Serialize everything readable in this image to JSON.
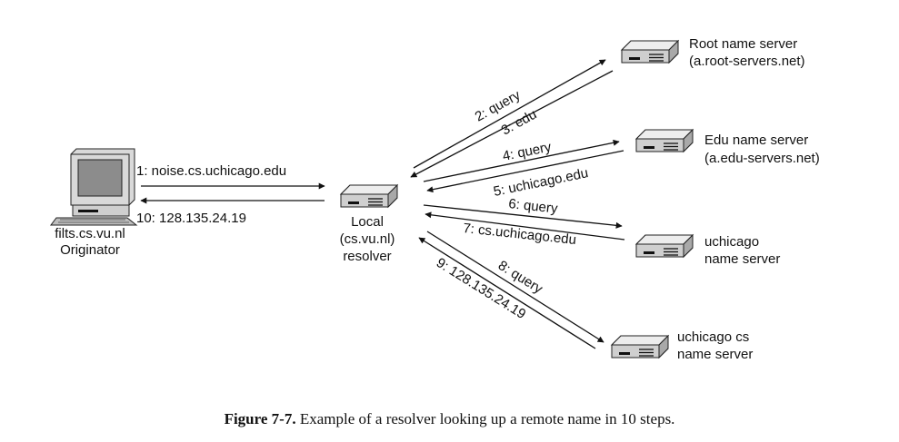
{
  "nodes": {
    "originator": {
      "line1": "filts.cs.vu.nl",
      "line2": "Originator"
    },
    "resolver": {
      "line1": "Local",
      "line2": "(cs.vu.nl)",
      "line3": "resolver"
    },
    "root_server": {
      "line1": "Root name server",
      "line2": "(a.root-servers.net)"
    },
    "edu_server": {
      "line1": "Edu name server",
      "line2": "(a.edu-servers.net)"
    },
    "uchicago_server": {
      "line1": "uchicago",
      "line2": "name server"
    },
    "uchicago_cs_server": {
      "line1": "uchicago cs",
      "line2": "name server"
    }
  },
  "steps": {
    "s1": "1: noise.cs.uchicago.edu",
    "s2": "2: query",
    "s3": "3: edu",
    "s4": "4: query",
    "s5": "5: uchicago.edu",
    "s6": "6: query",
    "s7": "7: cs.uchicago.edu",
    "s8": "8: query",
    "s9": "9: 128.135.24.19",
    "s10": "10: 128.135.24.19"
  },
  "caption": {
    "label": "Figure 7-7.",
    "text": "Example of a resolver looking up a remote name in 10 steps."
  }
}
